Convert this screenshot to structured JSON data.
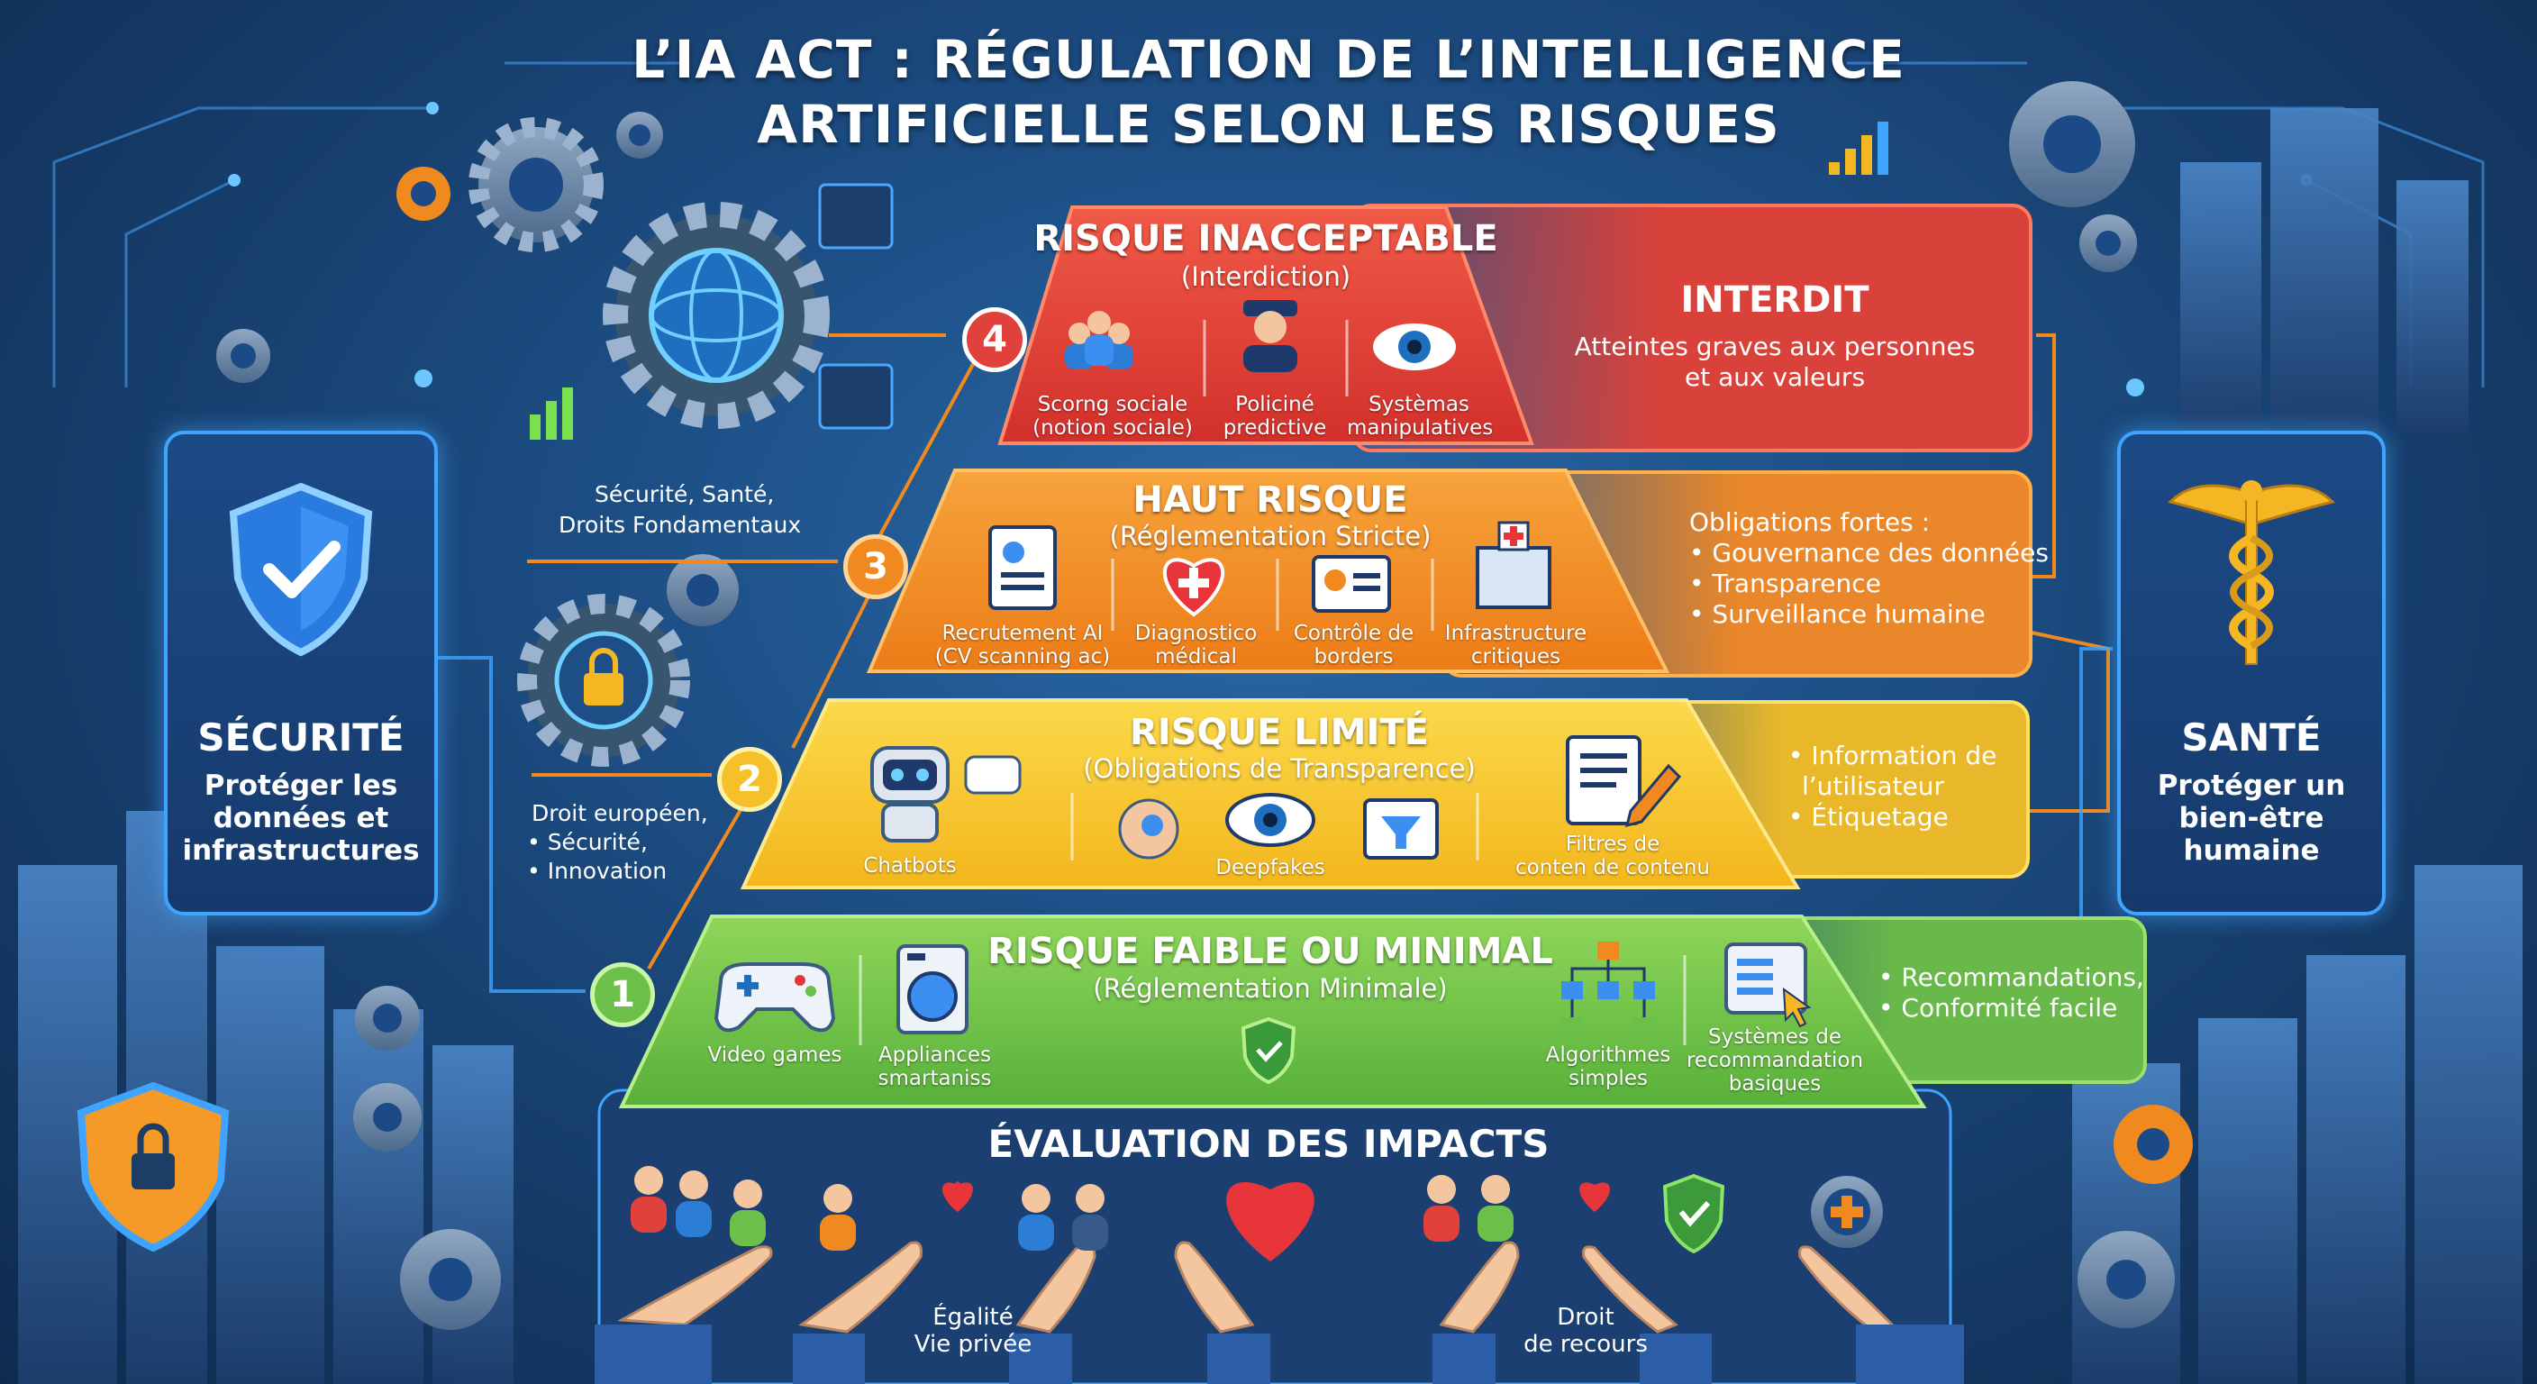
{
  "title": {
    "line1": "L’IA ACT : RÉGULATION DE L’INTELLIGENCE",
    "line2": "ARTIFICIELLE SELON LES RISQUES"
  },
  "left_panel": {
    "title": "SÉCURITÉ",
    "desc1": "Protéger les",
    "desc2": "données et",
    "desc3": "infrastructures",
    "icon": "shield-check-icon"
  },
  "right_panel": {
    "title": "SANTÉ",
    "desc1": "Protéger un",
    "desc2": "bien-être",
    "desc3": "humaine",
    "icon": "caduceus-icon"
  },
  "left_notes": {
    "note1_line1": "Sécurité, Santé,",
    "note1_line2": "Droits Fondamentaux",
    "note2_line1": "Droit européen,",
    "note2_line2": "• Sécurité,",
    "note2_line3": "• Innovation"
  },
  "tiers": [
    {
      "number": "4",
      "title": "RISQUE INACCEPTABLE",
      "subtitle": "(Interdiction)",
      "color": "#e0413a",
      "items": [
        {
          "line1": "Scorng sociale",
          "line2": "(notion sociale)",
          "icon": "people-icon"
        },
        {
          "line1": "Policiné",
          "line2": "predictive",
          "icon": "police-officer-icon"
        },
        {
          "line1": "Systèmas",
          "line2": "manipulatives",
          "icon": "eye-icon"
        }
      ],
      "right_title": "INTERDIT",
      "right_lines": [
        "Atteintes graves aux personnes",
        "et aux valeurs"
      ]
    },
    {
      "number": "3",
      "title": "HAUT RISQUE",
      "subtitle": "(Réglementation Stricte)",
      "color": "#f0891f",
      "items": [
        {
          "line1": "Recrutement AI",
          "line2": "(CV scanning ac)",
          "icon": "cv-document-icon"
        },
        {
          "line1": "Diagnostico",
          "line2": "médical",
          "icon": "medical-heart-icon"
        },
        {
          "line1": "Contrôle de",
          "line2": "borders",
          "icon": "id-card-icon"
        },
        {
          "line1": "Infrastructure",
          "line2": "critiques",
          "icon": "hospital-icon"
        }
      ],
      "right_lines": [
        "Obligations fortes :",
        "• Gouvernance des données",
        "• Transparence",
        "• Surveillance humaine"
      ]
    },
    {
      "number": "2",
      "title": "RISQUE LIMITÉ",
      "subtitle": "(Obligations de Transparence)",
      "color": "#f5c02a",
      "items": [
        {
          "line1": "Chatbots",
          "line2": "",
          "icon": "robot-icon"
        },
        {
          "line1": "Deepfakes",
          "line2": "",
          "icon": "eye-filter-icon"
        },
        {
          "line1": "Filtres de",
          "line2": "conten de contenu",
          "icon": "document-pencil-icon"
        }
      ],
      "right_lines": [
        "• Information de",
        "l’utilisateur",
        "• Étiquetage"
      ]
    },
    {
      "number": "1",
      "title": "RISQUE FAIBLE OU MINIMAL",
      "subtitle": "(Réglementation Minimale)",
      "color": "#6cc04a",
      "items": [
        {
          "line1": "Video games",
          "line2": "",
          "icon": "gamepad-icon"
        },
        {
          "line1": "Appliances",
          "line2": "smartaniss",
          "icon": "washing-machine-icon"
        },
        {
          "line1": "Algorithmes",
          "line2": "simples",
          "icon": "flowchart-icon"
        },
        {
          "line1": "Systèmes de",
          "line2": "recommandation",
          "line3": "basiques",
          "icon": "recommendation-window-icon"
        }
      ],
      "right_lines": [
        "• Recommandations,",
        "• Conformité facile"
      ]
    }
  ],
  "impact": {
    "title": "ÉVALUATION DES IMPACTS",
    "label1_line1": "Égalité",
    "label1_line2": "Vie privée",
    "label2_line1": "Droit",
    "label2_line2": "de recours"
  },
  "colors": {
    "accent_blue": "#3fa4ff",
    "red": "#e0413a",
    "orange": "#f0891f",
    "yellow": "#f5c02a",
    "green": "#6cc04a"
  }
}
